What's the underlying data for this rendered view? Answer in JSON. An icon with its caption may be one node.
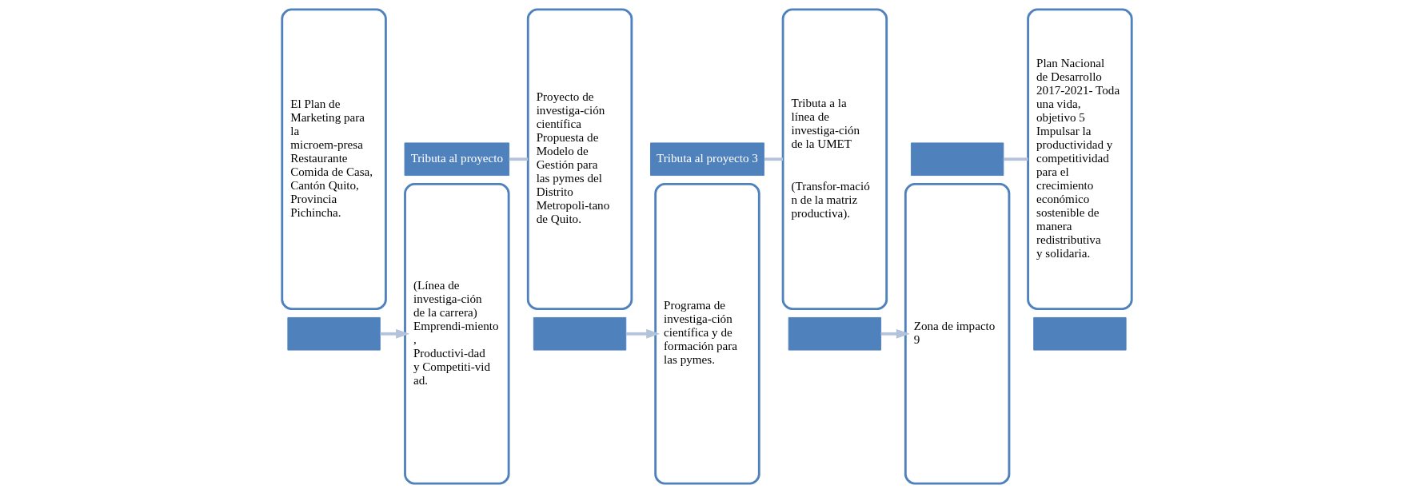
{
  "diagram": {
    "nodes": [
      {
        "text": [
          "El Plan de Marketing para la microem-presa Restaurante Comida de Casa, Cantón Quito, Provincia Pichincha."
        ]
      },
      {
        "text": [],
        "shape": "box"
      },
      {
        "text": [
          "(Línea de investiga-ción de la carrera) Emprendi-miento, Productivi-dad y Competiti-vidad."
        ]
      },
      {
        "text": [
          "Tributa al proyecto"
        ]
      },
      {
        "text": [
          "Proyecto de investiga-ción científica Propuesta de Modelo de Gestión para las pymes del Distrito Metropoli-tano de Quito."
        ]
      },
      {
        "text": [],
        "shape": "box"
      },
      {
        "text": [
          "Programa de investiga-ción científica y de formación para las pymes."
        ]
      },
      {
        "text": [
          "Tributa al proyecto 3"
        ]
      },
      {
        "text": [
          "Tributa a la línea de investiga-ción de la UMET",
          "(Transfor-mación de la matriz productiva)."
        ]
      },
      {
        "text": [],
        "shape": "box"
      },
      {
        "text": [
          "Zona de impacto 9"
        ]
      },
      {
        "text": [],
        "shape": "box"
      },
      {
        "text": [
          "Plan Nacional de Desarrollo 2017-2021- Toda una vida, objetivo 5 Impulsar la productividad y competitividad para el crecimiento económico sostenible de manera redistributiva y solidaria."
        ]
      },
      {
        "text": [],
        "shape": "box"
      }
    ],
    "edges": [
      {
        "from": 1,
        "to": 2,
        "arrow": "to"
      },
      {
        "from": 3,
        "to": 4,
        "arrow": "none"
      },
      {
        "from": 5,
        "to": 6,
        "arrow": "to"
      },
      {
        "from": 7,
        "to": 8,
        "arrow": "none"
      },
      {
        "from": 9,
        "to": 10,
        "arrow": "to"
      },
      {
        "from": 11,
        "to": 12,
        "arrow": "none"
      }
    ]
  }
}
